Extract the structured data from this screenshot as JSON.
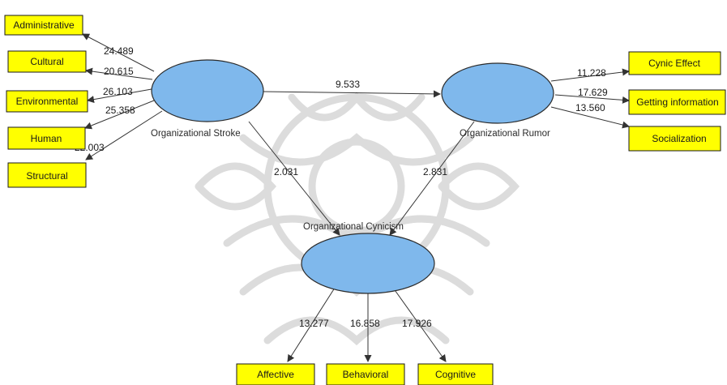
{
  "diagram": {
    "latent_variables": {
      "stroke": "Organizational Stroke",
      "rumor": "Organizational Rumor",
      "cynicism": "Organizational Cynicism"
    },
    "indicators": {
      "administrative": "Administrative",
      "cultural": "Cultural",
      "environmental": "Environmental",
      "human": "Human",
      "structural": "Structural",
      "cynic_effect": "Cynic Effect",
      "getting_information": "Getting information",
      "socialization": "Socialization",
      "affective": "Affective",
      "behavioral": "Behavioral",
      "cognitive": "Cognitive"
    },
    "coefficients": {
      "administrative": "24.489",
      "cultural": "20.615",
      "environmental": "26.103",
      "human": "25.358",
      "structural": "22.003",
      "stroke_to_rumor": "9.533",
      "stroke_to_cynicism": "2.031",
      "rumor_to_cynicism": "2.831",
      "cynic_effect": "11.228",
      "getting_information": "17.629",
      "socialization": "13.560",
      "affective": "13.277",
      "behavioral": "16.858",
      "cognitive": "17.926"
    },
    "colors": {
      "indicator_fill": "#ffff00",
      "latent_fill": "#7fb8ec",
      "edge": "#333333",
      "watermark": "#dcdcdc"
    }
  }
}
